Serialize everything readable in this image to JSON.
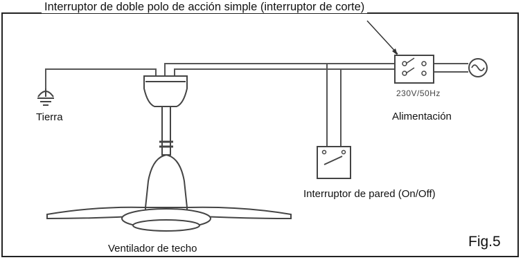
{
  "title": "Interruptor de doble polo de acción simple (interruptor de corte)",
  "labels": {
    "ground": "Tierra",
    "power_supply": "Alimentación",
    "rating": "230V/50Hz",
    "wall_switch": "Interruptor de pared (On/Off)",
    "ceiling_fan": "Ventilador de techo",
    "figure": "Fig.5"
  },
  "icons": {
    "ground": "ground-symbol-icon",
    "ac_source": "ac-sine-source-icon",
    "isolator": "double-pole-isolator-switch-icon",
    "wall_switch": "wall-switch-icon",
    "fan": "ceiling-fan-icon"
  }
}
